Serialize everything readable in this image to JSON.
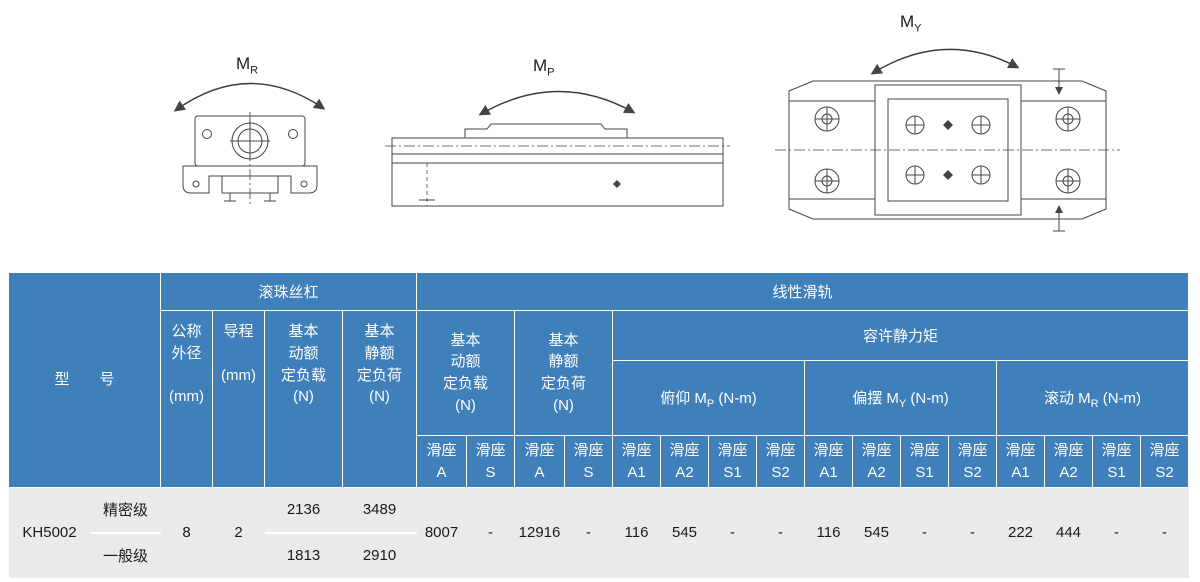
{
  "diagrams": {
    "front": {
      "label_main": "M",
      "label_sub": "R"
    },
    "side": {
      "label_main": "M",
      "label_sub": "P"
    },
    "top": {
      "label_main": "M",
      "label_sub": "Y"
    }
  },
  "colors": {
    "header_bg": "#3f7fba",
    "row_bg": "#eaeaea"
  },
  "table": {
    "header": {
      "model": "型　　号",
      "ball_screw": "滚珠丝杠",
      "linear_guide": "线性滑轨",
      "nominal_od": "公称\n外径\n\n(mm)",
      "lead": "导程\n\n(mm)",
      "bs_dynamic": "基本\n动额\n定负载\n(N)",
      "bs_static": "基本\n静额\n定负荷\n(N)",
      "lg_dynamic": "基本\n动额\n定负载\n(N)",
      "lg_static": "基本\n静额\n定负荷\n(N)",
      "static_moment": "容许静力矩",
      "pitch": {
        "prefix": "俯仰 M",
        "sub": "P",
        "suffix": " (N-m)"
      },
      "yaw": {
        "prefix": "偏摆 M",
        "sub": "Y",
        "suffix": " (N-m)"
      },
      "roll": {
        "prefix": "滚动 M",
        "sub": "R",
        "suffix": " (N-m)"
      },
      "slider_a": "滑座\nA",
      "slider_s": "滑座\nS",
      "slider_a1": "滑座\nA1",
      "slider_a2": "滑座\nA2",
      "slider_s1": "滑座\nS1",
      "slider_s2": "滑座\nS2"
    },
    "data": {
      "model": "KH5002",
      "grade_precision": "精密级",
      "grade_normal": "一般级",
      "nominal_od": "8",
      "lead": "2",
      "bs_dynamic_precision": "2136",
      "bs_static_precision": "3489",
      "bs_dynamic_normal": "1813",
      "bs_static_normal": "2910",
      "lg_dynamic_a": "8007",
      "lg_dynamic_s": "-",
      "lg_static_a": "12916",
      "lg_static_s": "-",
      "mp": {
        "a1": "116",
        "a2": "545",
        "s1": "-",
        "s2": "-"
      },
      "my": {
        "a1": "116",
        "a2": "545",
        "s1": "-",
        "s2": "-"
      },
      "mr": {
        "a1": "222",
        "a2": "444",
        "s1": "-",
        "s2": "-"
      }
    }
  }
}
